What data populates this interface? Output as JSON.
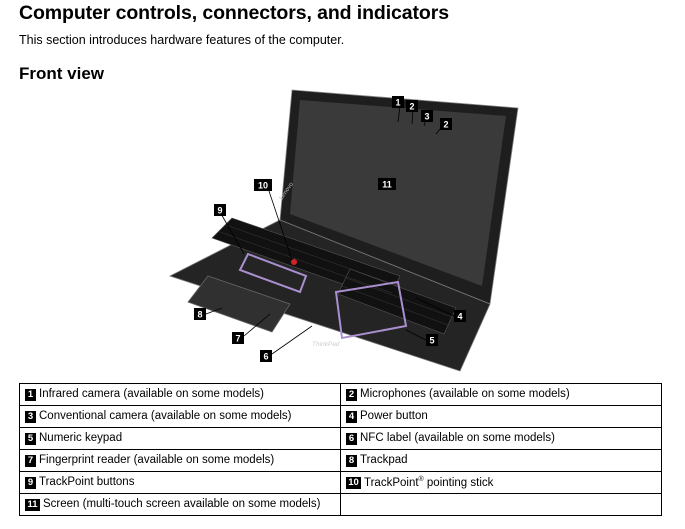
{
  "section_title": "Computer controls, connectors, and indicators",
  "intro": "This section introduces hardware features of the computer.",
  "subsection_title": "Front view",
  "figure": {
    "callouts": [
      "1",
      "2",
      "3",
      "2",
      "11",
      "10",
      "9",
      "8",
      "7",
      "6",
      "4",
      "5"
    ],
    "screen_brand": "Lenovo",
    "base_brand": "ThinkPad"
  },
  "legend": [
    {
      "num": "1",
      "text": "Infrared camera (available on some models)"
    },
    {
      "num": "2",
      "text": "Microphones (available on some models)"
    },
    {
      "num": "3",
      "text": "Conventional camera (available on some models)"
    },
    {
      "num": "4",
      "text": "Power button"
    },
    {
      "num": "5",
      "text": "Numeric keypad"
    },
    {
      "num": "6",
      "text": "NFC label (available on some models)"
    },
    {
      "num": "7",
      "text": "Fingerprint reader (available on some models)"
    },
    {
      "num": "8",
      "text": "Trackpad"
    },
    {
      "num": "9",
      "text": "TrackPoint buttons"
    },
    {
      "num": "10",
      "text": "TrackPoint",
      "sup": "®",
      "text_after": " pointing stick"
    },
    {
      "num": "11",
      "text": "Screen (multi-touch screen available on some models)"
    }
  ],
  "colors": {
    "highlight": "#a98fcf",
    "laptop_body": "#1a1a1a",
    "screen": "#2a2a2a"
  }
}
